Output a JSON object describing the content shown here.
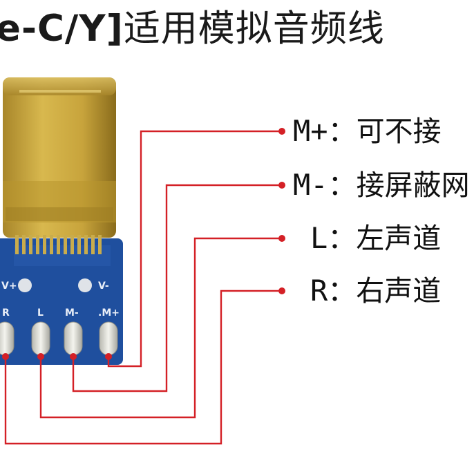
{
  "title": {
    "prefix": "e-C/Y]",
    "suffix": "适用模拟音频线"
  },
  "board": {
    "pad_labels": [
      "R",
      "L",
      "M-",
      ".M+"
    ],
    "power_labels": [
      "V+",
      "V-"
    ]
  },
  "labels": [
    {
      "id": "m-plus",
      "pin": "M+",
      "sep": "：",
      "desc": "可不接"
    },
    {
      "id": "m-minus",
      "pin": "M-",
      "sep": "：",
      "desc": "接屏蔽网"
    },
    {
      "id": "left",
      "pin": "L",
      "sep": "：",
      "desc": "左声道"
    },
    {
      "id": "right",
      "pin": "R",
      "sep": "：",
      "desc": "右声道"
    }
  ],
  "colors": {
    "wire": "#d42026",
    "board": "#1f4f9e",
    "connector_gold": "#c9a63b",
    "text": "#111111"
  }
}
